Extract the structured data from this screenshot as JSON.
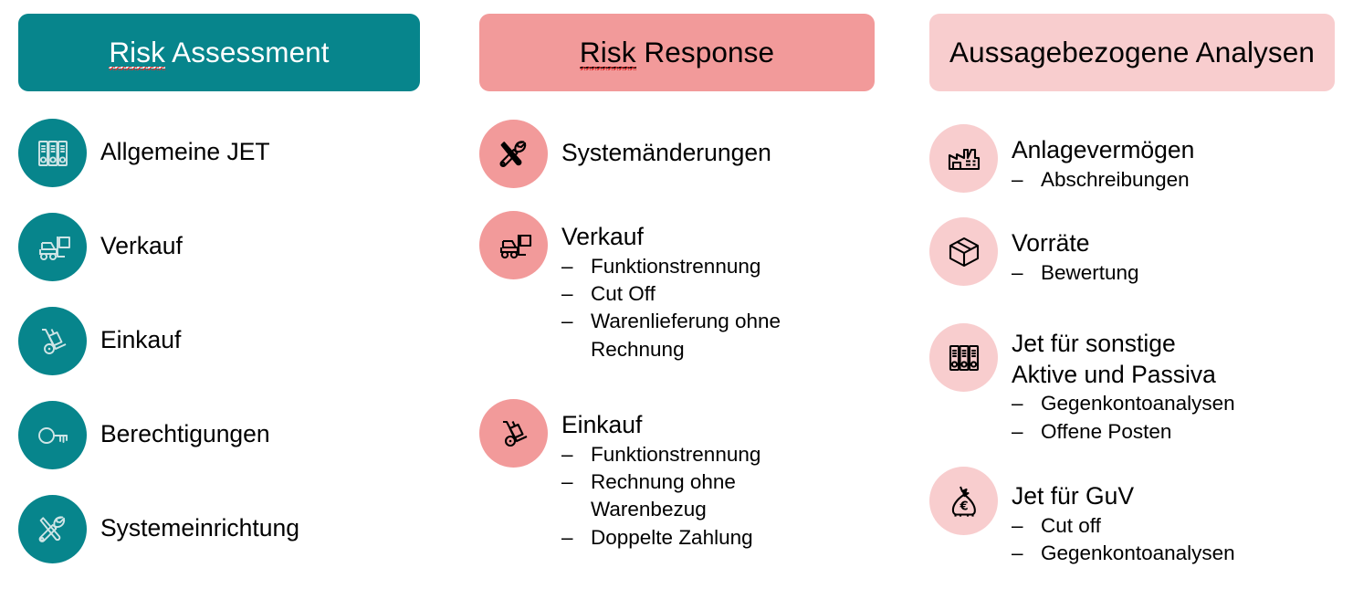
{
  "columns": [
    {
      "id": "risk-assessment",
      "header": {
        "first_word": "Risk",
        "rest": " Assessment",
        "bg": "#07858C",
        "text_color": "#FFFFFF",
        "misspelled": true
      },
      "accent": "#07858C",
      "items": [
        {
          "icon": "binders-icon",
          "title": "Allgemeine JET",
          "subs": []
        },
        {
          "icon": "forklift-icon",
          "title": "Verkauf",
          "subs": []
        },
        {
          "icon": "handtruck-icon",
          "title": "Einkauf",
          "subs": []
        },
        {
          "icon": "key-icon",
          "title": "Berechtigungen",
          "subs": []
        },
        {
          "icon": "tools-icon",
          "title": "Systemeinrichtung",
          "subs": []
        }
      ]
    },
    {
      "id": "risk-response",
      "header": {
        "first_word": "Risk",
        "rest": " Response",
        "bg": "#F29A9A",
        "text_color": "#000000",
        "misspelled": true
      },
      "accent": "#F29A9A",
      "items": [
        {
          "icon": "tools-icon",
          "title": "Systemänderungen",
          "subs": []
        },
        {
          "icon": "forklift-icon",
          "title": "Verkauf",
          "subs": [
            "Funktionstrennung",
            "Cut Off",
            "Warenlieferung ohne\nRechnung"
          ]
        },
        {
          "icon": "handtruck-icon",
          "title": "Einkauf",
          "subs": [
            "Funktionstrennung",
            "Rechnung ohne\nWarenbezug",
            "Doppelte Zahlung"
          ]
        }
      ]
    },
    {
      "id": "aussagebezogene-analysen",
      "header": {
        "first_word": "Aussagebezogene",
        "rest": " Analysen",
        "bg": "#F8CDCE",
        "text_color": "#000000",
        "misspelled": false
      },
      "accent": "#F8CDCE",
      "items": [
        {
          "icon": "factory-icon",
          "title": "Anlagevermögen",
          "subs": [
            "Abschreibungen"
          ]
        },
        {
          "icon": "box-icon",
          "title": "Vorräte",
          "subs": [
            "Bewertung"
          ]
        },
        {
          "icon": "binders-icon",
          "title": "Jet für sonstige\nAktive und Passiva",
          "subs": [
            "Gegenkontoanalysen",
            "Offene Posten"
          ]
        },
        {
          "icon": "moneybag-euro-icon",
          "title": "Jet für GuV",
          "subs": [
            "Cut off",
            "Gegenkontoanalysen"
          ]
        }
      ]
    }
  ],
  "bullet_dash": "–",
  "colors": {
    "teal": "#07858C",
    "salmon": "#F29A9A",
    "light_pink": "#F8CDCE",
    "text": "#000000",
    "white": "#FFFFFF",
    "spellcheck_red": "#E03030"
  }
}
